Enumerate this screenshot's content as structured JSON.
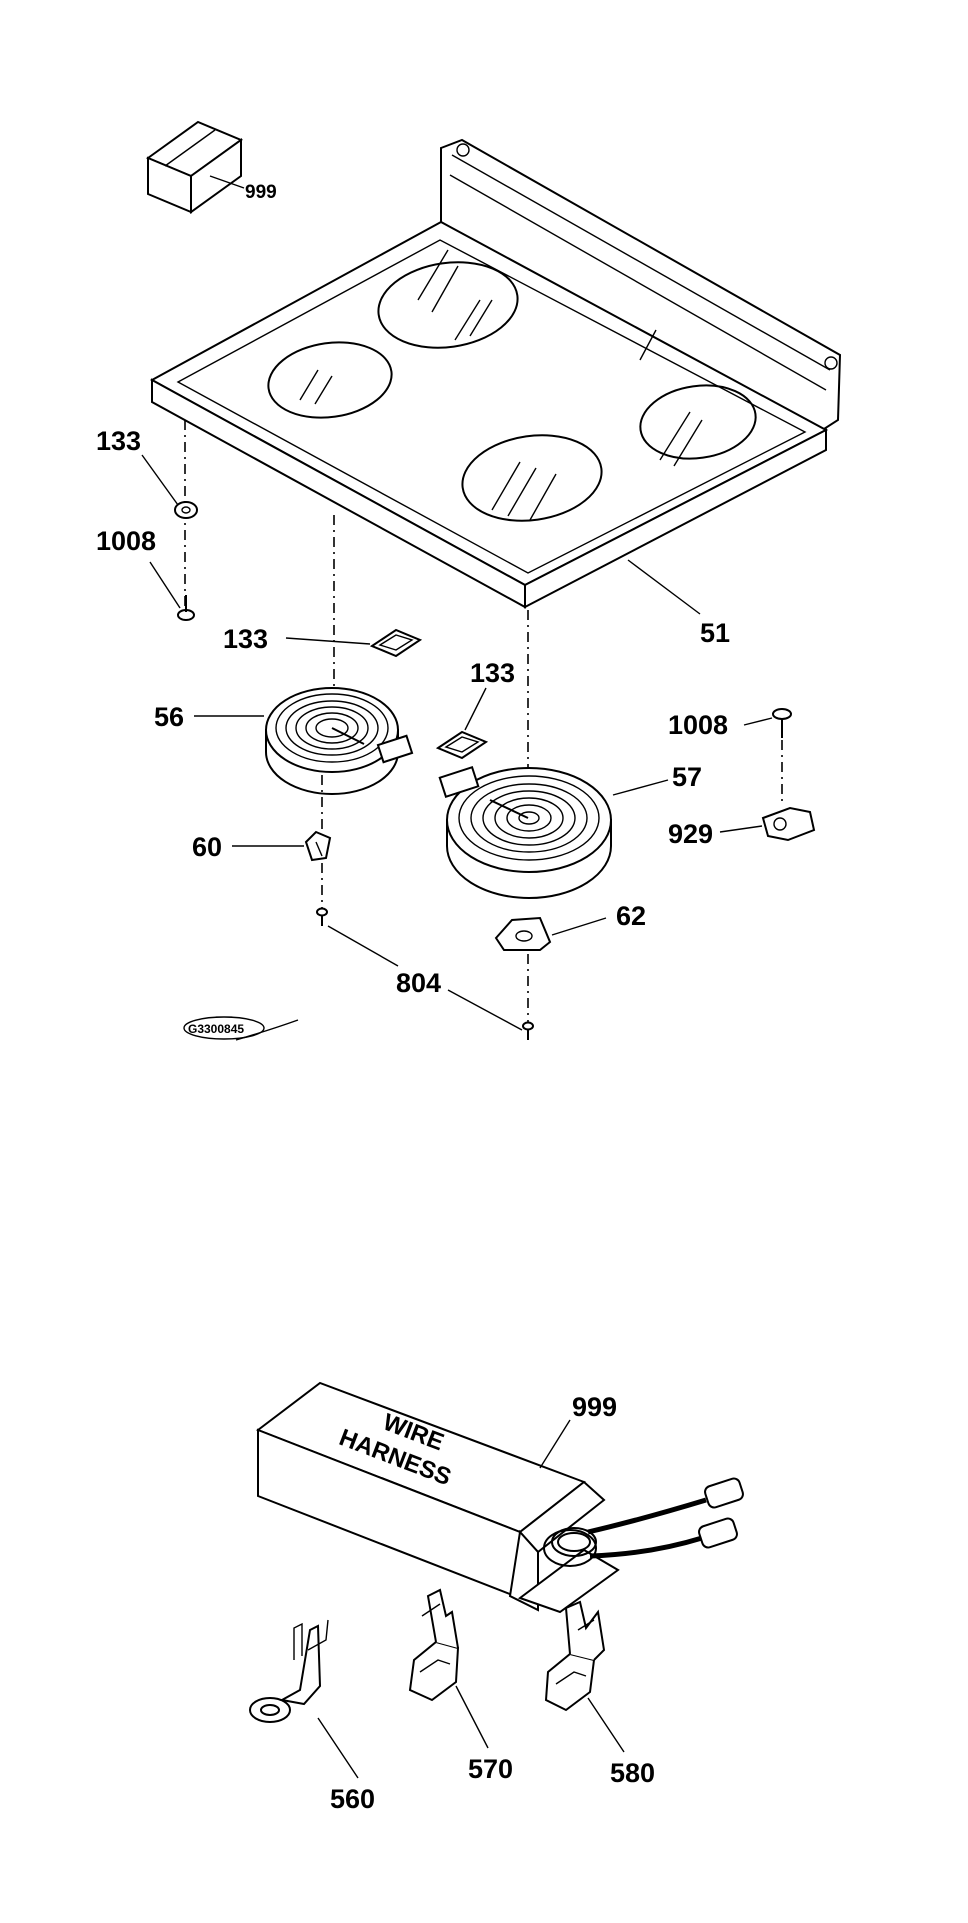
{
  "callouts": {
    "p999_top": "999",
    "p133_left": "133",
    "p1008_left": "1008",
    "p133_center": "133",
    "p133_right": "133",
    "p51": "51",
    "p56": "56",
    "p57": "57",
    "p1008_right": "1008",
    "p929": "929",
    "p60": "60",
    "p62": "62",
    "p804": "804",
    "p999_bottom": "999",
    "p560": "560",
    "p570": "570",
    "p580": "580"
  },
  "box_label": {
    "line1": "WIRE",
    "line2": "HARNESS"
  },
  "diagram_code": "G3300845"
}
